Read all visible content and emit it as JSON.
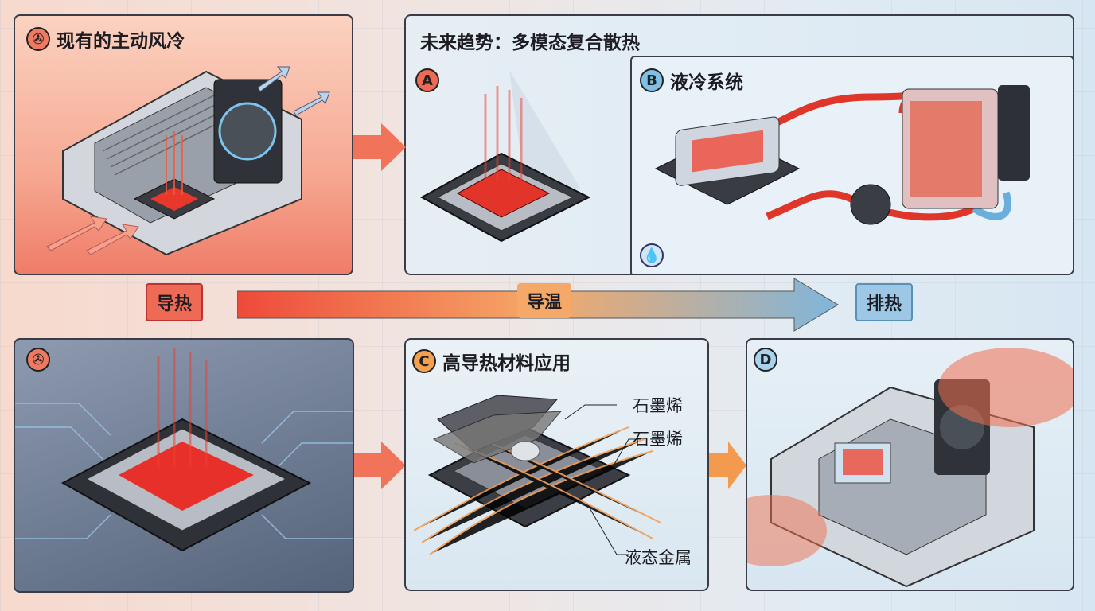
{
  "panel_current": {
    "title": "现有的主动风冷",
    "icon": "fan-icon"
  },
  "panel_future": {
    "title": "未来趋势：多模态复合散热",
    "a": {
      "badge": "A"
    },
    "b": {
      "badge": "B",
      "title": "液冷系统",
      "icon": "water-drop-icon"
    }
  },
  "flow": {
    "conduct": "导热",
    "temp": "导温",
    "exhaust": "排热"
  },
  "panel_chip": {
    "icon": "fan-icon"
  },
  "panel_c": {
    "badge": "C",
    "title": "高导热材料应用",
    "labels": [
      "石墨烯",
      "石墨烯",
      "液态金属"
    ]
  },
  "panel_d": {
    "badge": "D"
  },
  "colors": {
    "red": "#ee5a44",
    "orange": "#f39a4e",
    "blue": "#7fb6dc"
  }
}
